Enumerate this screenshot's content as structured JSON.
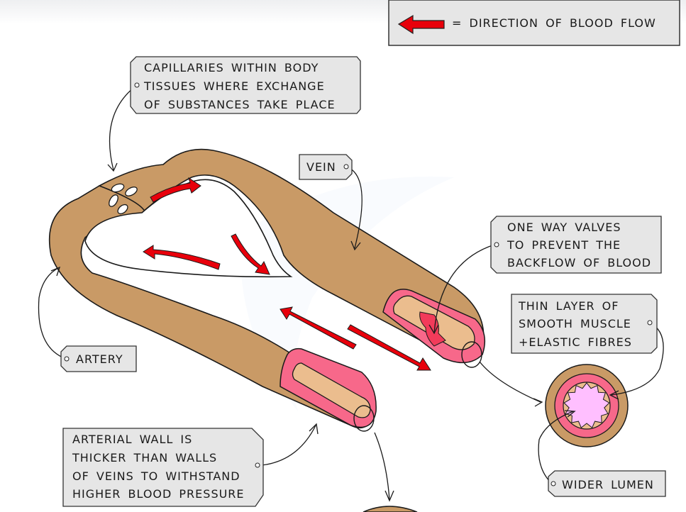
{
  "legend": {
    "arrow_icon": "red-left-arrow-icon",
    "text": "= DIRECTION  OF  BLOOD  FLOW"
  },
  "labels": {
    "capillaries": [
      "CAPILLARIES  WITHIN  BODY",
      "TISSUES  WHERE  EXCHANGE",
      "OF  SUBSTANCES  TAKE  PLACE"
    ],
    "vein": "VEIN",
    "artery": "ARTERY",
    "valves": [
      "ONE  WAY  VALVES",
      "TO  PREVENT  THE",
      "BACKFLOW  OF  BLOOD"
    ],
    "thin_layer": [
      "THIN  LAYER  OF",
      "SMOOTH  MUSCLE",
      "+ELASTIC  FIBRES"
    ],
    "wider_lumen": "WIDER  LUMEN",
    "arterial_wall": [
      "ARTERIAL  WALL  IS",
      "THICKER  THAN  WALLS",
      "OF  VEINS  TO  WITHSTAND",
      "HIGHER  BLOOD  PRESSURE"
    ]
  },
  "colors": {
    "vessel": "#c99a66",
    "wall": "#f7688a",
    "lumen": "#ebbd8e",
    "blood_arrow": "#e8000b",
    "valve": "#f23b5a",
    "vein_lumen_cross": "#ffbfff",
    "label_bg": "#e6e6e6"
  }
}
